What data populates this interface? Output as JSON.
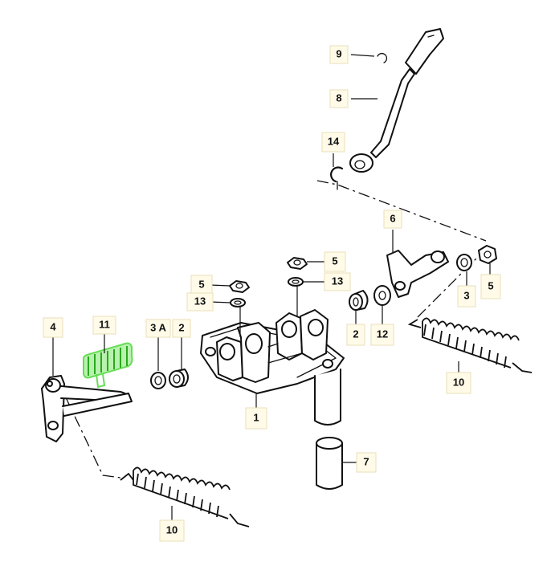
{
  "diagram": {
    "labels": {
      "p1": "1",
      "p2_left": "2",
      "p2_right": "2",
      "p3": "3",
      "p3a": "3 A",
      "p4": "4",
      "p5_left": "5",
      "p5_mid": "5",
      "p5_right": "5",
      "p6": "6",
      "p7": "7",
      "p8": "8",
      "p9": "9",
      "p10_right": "10",
      "p10_bottom": "10",
      "p11": "11",
      "p12": "12",
      "p13_left": "13",
      "p13_mid": "13",
      "p14": "14"
    },
    "colors": {
      "highlight": "#66dd55",
      "label_bg": "#fffbe8",
      "line": "#111111"
    }
  }
}
